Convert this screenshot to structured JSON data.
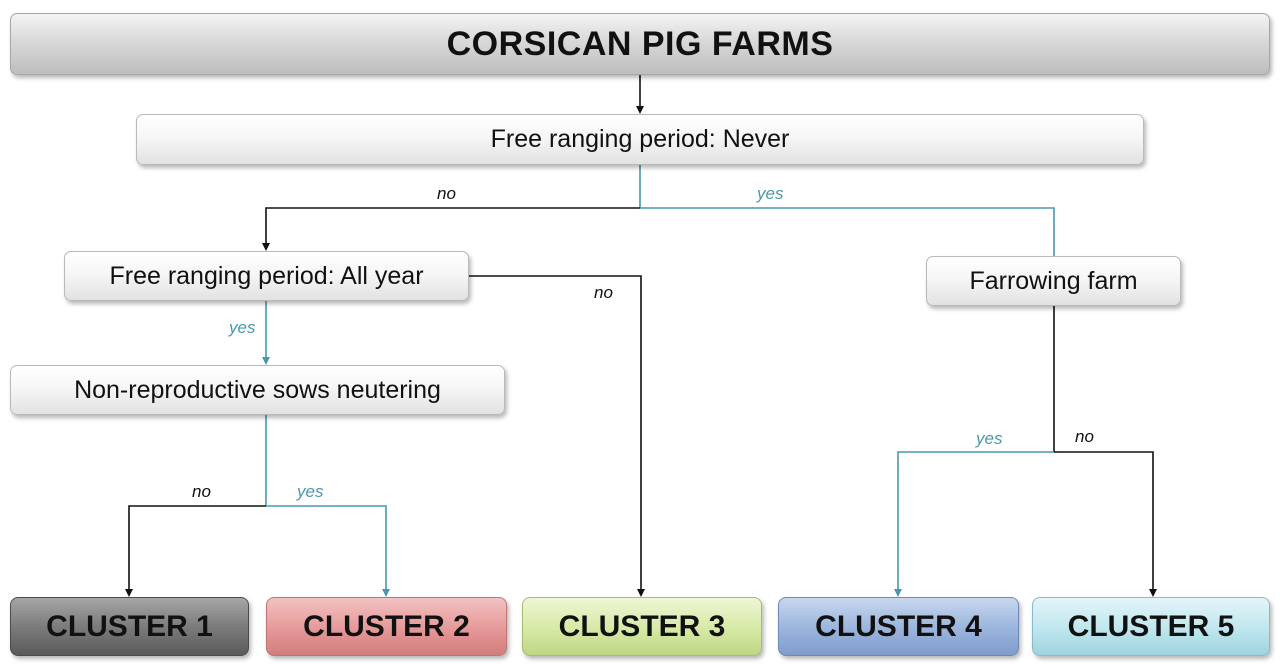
{
  "title": "CORSICAN PIG FARMS",
  "questions": {
    "never": "Free ranging period: Never",
    "all_year": "Free ranging period: All year",
    "farrowing": "Farrowing farm",
    "neutering": "Non-reproductive sows neutering"
  },
  "edge_labels": {
    "never_no": "no",
    "never_yes": "yes",
    "allyear_yes": "yes",
    "allyear_no": "no",
    "neuter_no": "no",
    "neuter_yes": "yes",
    "farrow_yes": "yes",
    "farrow_no": "no"
  },
  "clusters": {
    "c1": "CLUSTER 1",
    "c2": "CLUSTER 2",
    "c3": "CLUSTER 3",
    "c4": "CLUSTER 4",
    "c5": "CLUSTER 5"
  },
  "colors": {
    "no_edge": "#111111",
    "yes_edge": "#4a98ad",
    "cluster_1": "#7c7c7c",
    "cluster_2": "#e59898",
    "cluster_3": "#d6e9a5",
    "cluster_4": "#9ab4dc",
    "cluster_5": "#bfe6ee"
  }
}
